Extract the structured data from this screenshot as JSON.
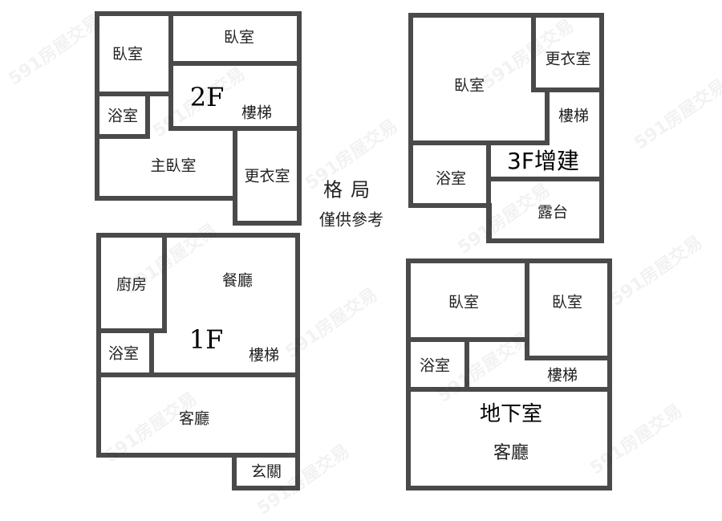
{
  "note": {
    "title": "格局",
    "subtitle": "僅供參考"
  },
  "watermark": "591房屋交易",
  "floors": {
    "f2": {
      "tag": "2F",
      "rooms": {
        "bedroom_a": "臥室",
        "bedroom_b": "臥室",
        "bathroom": "浴室",
        "stairs": "樓梯",
        "master_bedroom": "主臥室",
        "closet": "更衣室"
      }
    },
    "f3": {
      "tag": "3F增建",
      "rooms": {
        "bedroom": "臥室",
        "closet": "更衣室",
        "stairs": "樓梯",
        "bathroom": "浴室",
        "balcony": "露台"
      }
    },
    "f1": {
      "tag": "1F",
      "rooms": {
        "kitchen": "廚房",
        "dining": "餐廳",
        "bathroom": "浴室",
        "stairs": "樓梯",
        "living": "客廳",
        "entrance": "玄關"
      }
    },
    "b1": {
      "tag": "地下室",
      "rooms": {
        "bedroom_a": "臥室",
        "bedroom_b": "臥室",
        "bathroom": "浴室",
        "stairs": "樓梯",
        "living": "客廳"
      }
    }
  }
}
